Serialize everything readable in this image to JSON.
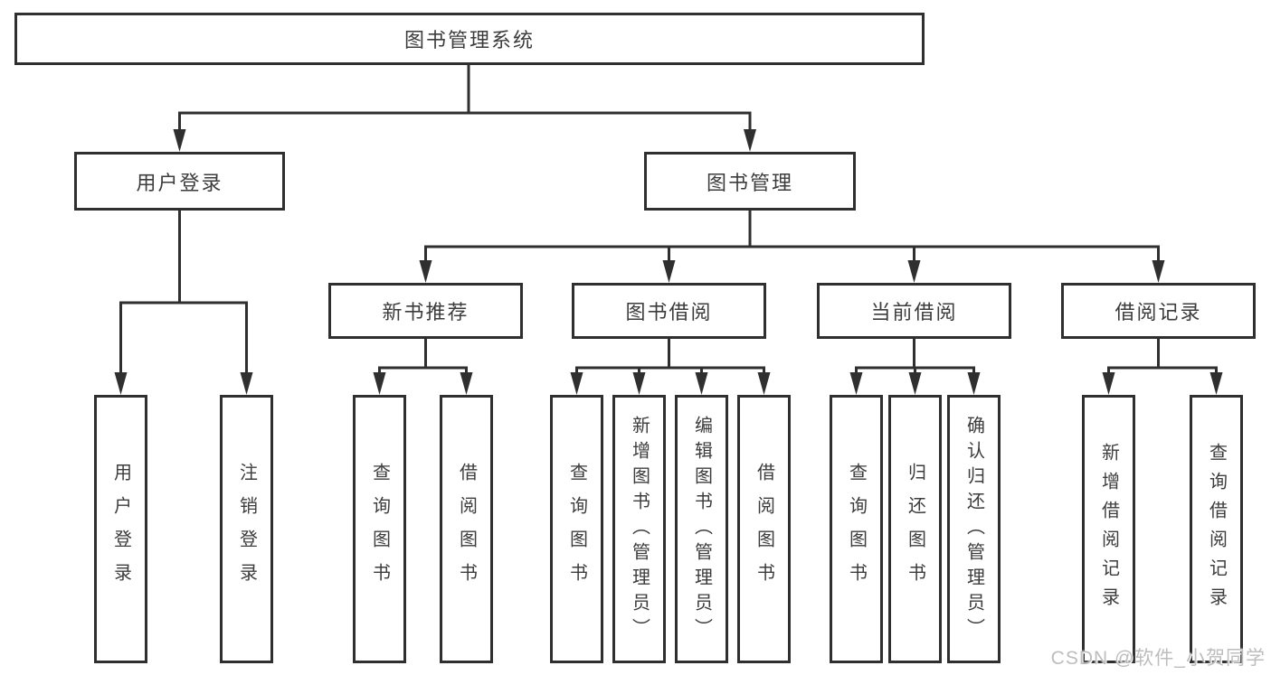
{
  "diagram_title": "图书管理系统",
  "watermark": "CSDN @软件_小贺同学",
  "colors": {
    "line": "#2f2f2f",
    "box_border": "#2f2f2f",
    "box_background": "#ffffff",
    "text": "#3c3c3c",
    "watermark_text": "#bdbdbd",
    "page_background": "#ffffff"
  },
  "nodes": {
    "root": {
      "label": "图书管理系统"
    },
    "login": {
      "label": "用户登录"
    },
    "mgmt": {
      "label": "图书管理"
    },
    "rec": {
      "label": "新书推荐"
    },
    "borrow": {
      "label": "图书借阅"
    },
    "current": {
      "label": "当前借阅"
    },
    "records": {
      "label": "借阅记录"
    },
    "login_login": {
      "label": "用户登录"
    },
    "login_logout": {
      "label": "注销登录"
    },
    "rec_query": {
      "label": "查询图书"
    },
    "rec_borrow": {
      "label": "借阅图书"
    },
    "borrow_query": {
      "label": "查询图书"
    },
    "borrow_add": {
      "label": "新增图书（管理员）"
    },
    "borrow_edit": {
      "label": "编辑图书（管理员）"
    },
    "borrow_borrow": {
      "label": "借阅图书"
    },
    "cur_query": {
      "label": "查询图书"
    },
    "cur_return": {
      "label": "归还图书"
    },
    "cur_confirm": {
      "label": "确认归还（管理员）"
    },
    "recd_add": {
      "label": "新增借阅记录"
    },
    "recd_query": {
      "label": "查询借阅记录"
    }
  },
  "hierarchy": {
    "图书管理系统": {
      "用户登录": [
        "用户登录",
        "注销登录"
      ],
      "图书管理": {
        "新书推荐": [
          "查询图书",
          "借阅图书"
        ],
        "图书借阅": [
          "查询图书",
          "新增图书（管理员）",
          "编辑图书（管理员）",
          "借阅图书"
        ],
        "当前借阅": [
          "查询图书",
          "归还图书",
          "确认归还（管理员）"
        ],
        "借阅记录": [
          "新增借阅记录",
          "查询借阅记录"
        ]
      }
    }
  }
}
